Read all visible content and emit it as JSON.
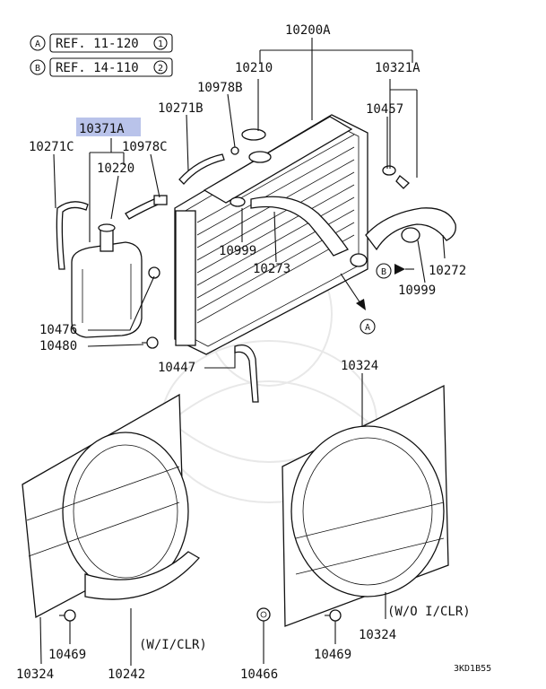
{
  "refs": [
    {
      "letter": "A",
      "text": "REF. 11-120",
      "num": "1"
    },
    {
      "letter": "B",
      "text": "REF. 14-110",
      "num": "2"
    }
  ],
  "labels": {
    "p10200A": "10200A",
    "p10210": "10210",
    "p10321A": "10321A",
    "p10978B": "10978B",
    "p10271B": "10271B",
    "p10457": "10457",
    "p10371A": "10371A",
    "p10271C": "10271C",
    "p10978C": "10978C",
    "p10220": "10220",
    "p10999a": "10999",
    "p10273": "10273",
    "p10272": "10272",
    "p10999b": "10999",
    "p10476": "10476",
    "p10480": "10480",
    "p10447": "10447",
    "p10324a": "10324",
    "p10324b": "10324",
    "p10324c": "10324",
    "p10469a": "10469",
    "p10469b": "10469",
    "p10242": "10242",
    "p10466": "10466",
    "wiclr": "(W/I/CLR)",
    "woclr": "(W/O I/CLR)",
    "markA": "A",
    "markB": "B",
    "code": "3KD1B55"
  },
  "colors": {
    "highlight": "#b9c3ea",
    "line": "#111111"
  }
}
